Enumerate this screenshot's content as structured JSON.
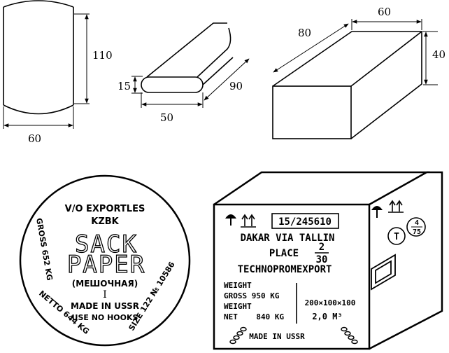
{
  "cylinder": {
    "height": "110",
    "diameter": "60"
  },
  "bar": {
    "thickness": "15",
    "width": "50",
    "length": "90"
  },
  "box": {
    "length": "80",
    "width": "60",
    "height": "40"
  },
  "sack": {
    "line1": "V/O EXPORTLES",
    "line2": "KZBK",
    "title1": "SACK",
    "title2": "PAPER",
    "subtitle": "(МЕШОЧНАЯ)",
    "grade": "I",
    "origin": "MADE IN USSR",
    "handling": "USE NO HOOKS",
    "gross": "GROSS 652 KG",
    "netto": "NETTO 644 KG",
    "size": "SIZE 122 № 10586"
  },
  "crate": {
    "number": "15/245610",
    "route": "DAKAR VIA TALLIN",
    "place_label": "PLACE",
    "place_num": "2",
    "place_den": "30",
    "company": "TECHNOPROMEXPORT",
    "weight": "WEIGHT",
    "gross": "GROSS 950 KG",
    "weight2": "WEIGHT",
    "net": "NET    840 KG",
    "dims": "200×100×100",
    "volume": "2,0 M³",
    "origin": "MADE IN USSR",
    "side_t": "T",
    "side_frac_num": "4",
    "side_frac_den": "75"
  }
}
